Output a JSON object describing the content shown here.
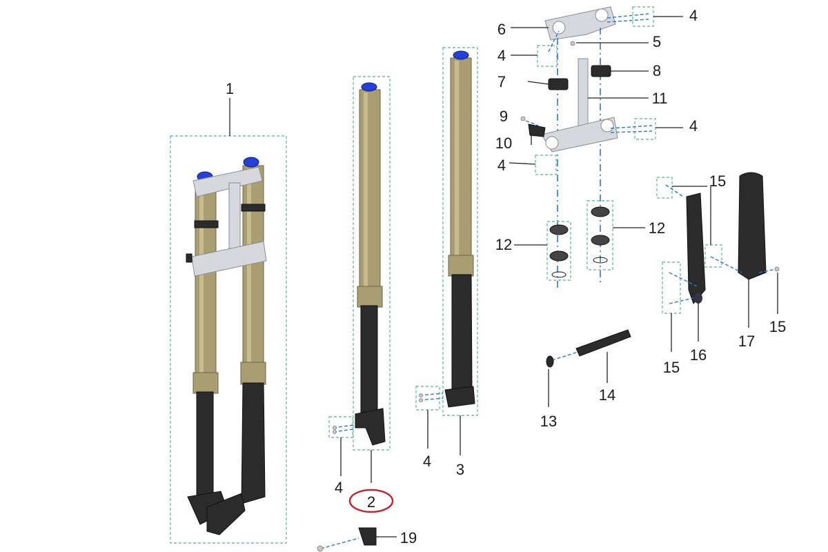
{
  "diagram": {
    "callouts": {
      "c1": "1",
      "c2": "2",
      "c3": "3",
      "c4a": "4",
      "c4b": "4",
      "c4c": "4",
      "c4d": "4",
      "c4e": "4",
      "c4f": "4",
      "c5": "5",
      "c6": "6",
      "c7": "7",
      "c8": "8",
      "c9": "9",
      "c10": "10",
      "c11": "11",
      "c12a": "12",
      "c12b": "12",
      "c13": "13",
      "c14": "14",
      "c15a": "15",
      "c15b": "15",
      "c15c": "15",
      "c16": "16",
      "c17": "17",
      "c19": "19"
    },
    "highlight": {
      "part": "2",
      "color": "#c8232c"
    },
    "colors": {
      "group_box": "#6fc2a0",
      "axis_line": "#2b78c2",
      "fork_tube": "#a99d72",
      "fork_leg": "#2b2b2b",
      "clamp": "#d6d8de",
      "cap": "#2340d8"
    }
  }
}
